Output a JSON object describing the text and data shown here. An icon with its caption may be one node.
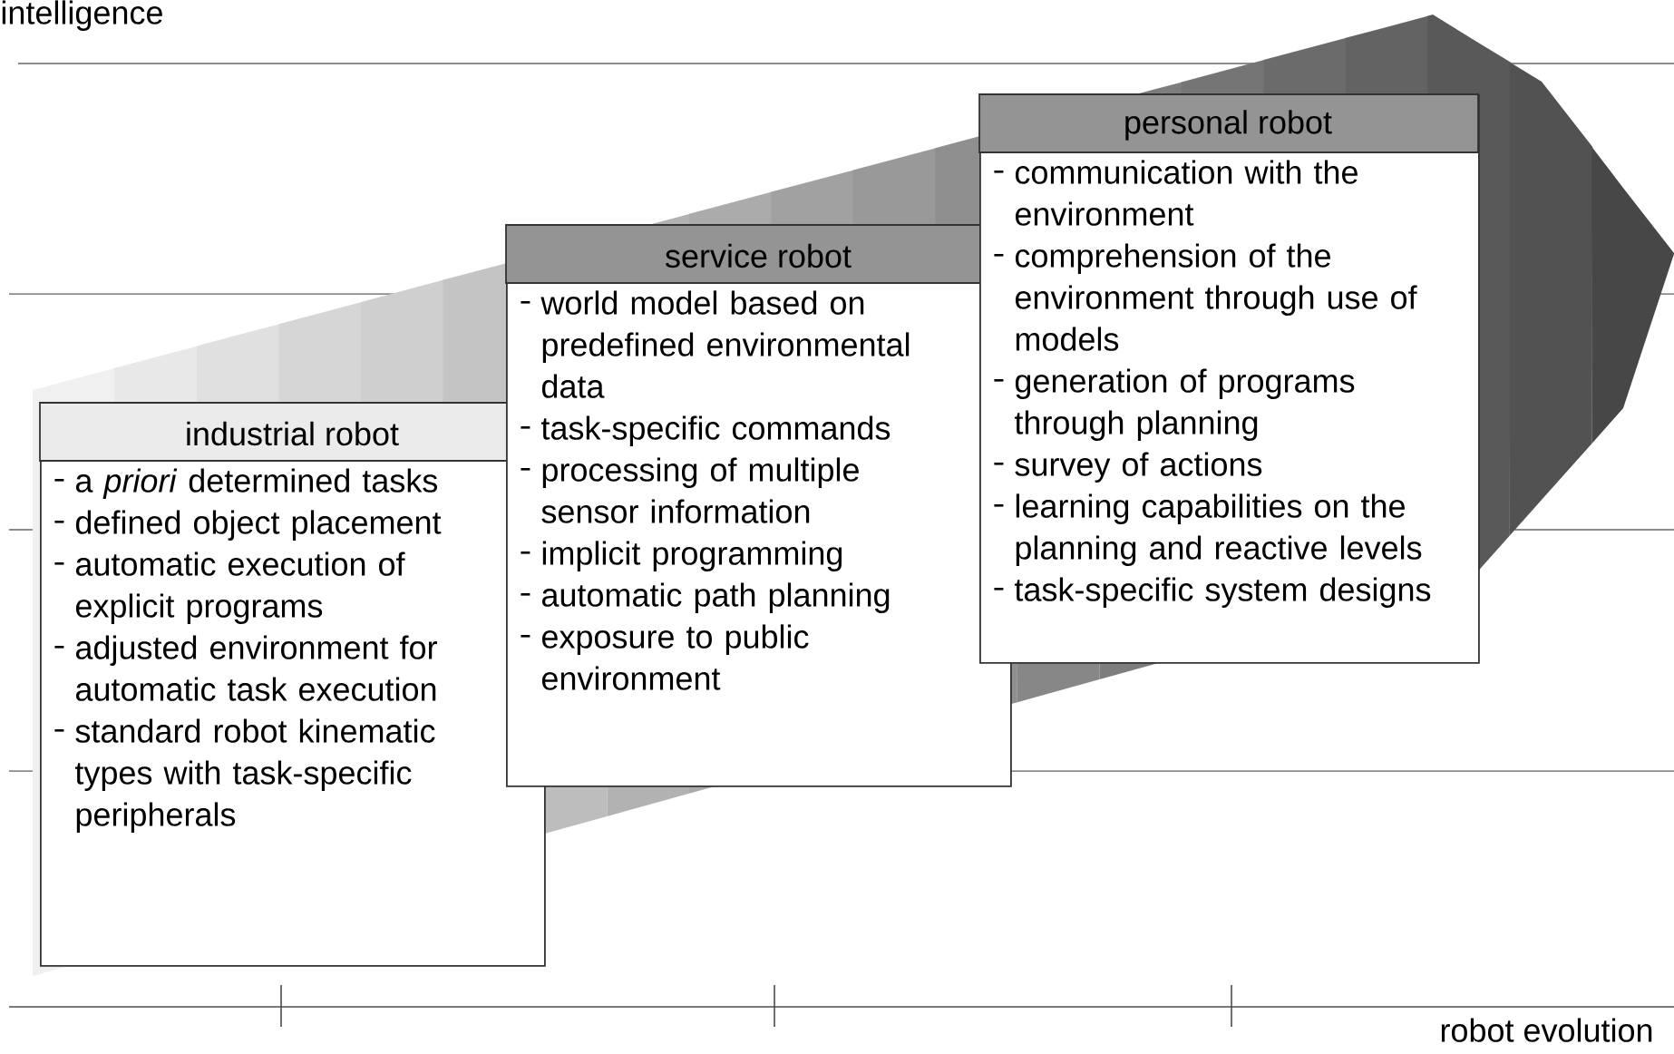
{
  "diagram": {
    "nodes": [
      {
        "text": [
          "industrial robot",
          "a *priori* determined tasks",
          "defined object placement",
          "automatic execution of explicit programs",
          "adjusted environment for automatic task execution",
          "standard robot kinematic types with task-specific peripherals"
        ]
      },
      {
        "text": [
          "service robot",
          "world model based on predefined environmental data",
          "task-specific commands",
          "processing of multiple sensor information",
          "implicit programming",
          "automatic path planning",
          "exposure to public environment"
        ]
      },
      {
        "text": [
          "personal robot",
          "communication with the environment",
          "comprehension of the environment through use of models",
          "generation of programs through planning",
          "survey of actions",
          "learning capabilities on the planning and reactive levels",
          "task-specific system designs"
        ]
      }
    ],
    "labels": [
      "intelligence",
      "robot evolution"
    ]
  }
}
